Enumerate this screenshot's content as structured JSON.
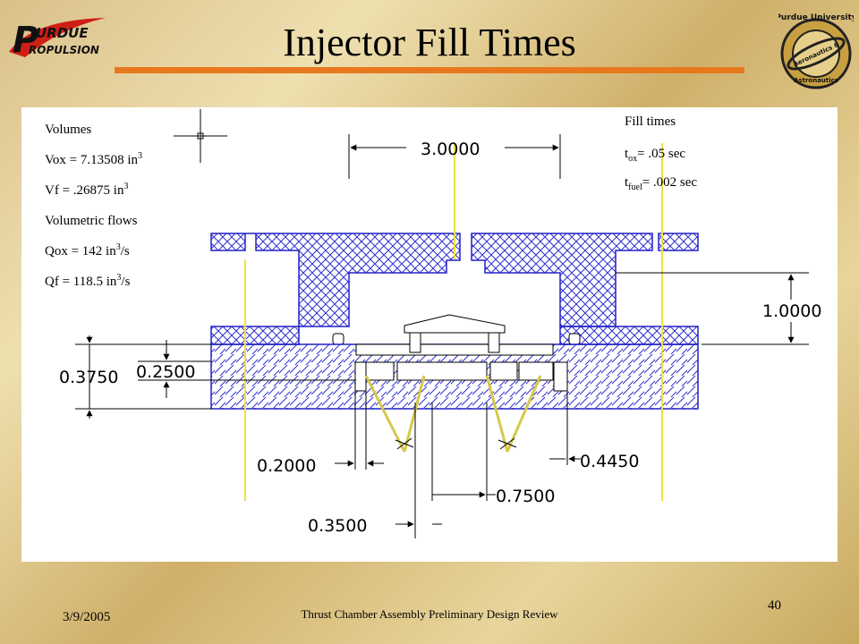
{
  "slide": {
    "title": "Injector Fill Times",
    "footer_date": "3/9/2005",
    "footer_center": "Thrust Chamber Assembly Preliminary Design Review",
    "page_number": "40"
  },
  "logos": {
    "left_line1": "URDUE",
    "left_line2": "ROPULSION",
    "left_initial": "P",
    "right_line1": "Purdue University",
    "right_line2": "Aeronautics &",
    "right_line3": "Astronautics"
  },
  "volumes": {
    "heading": "Volumes",
    "vox_label": "Vox = 7.13508 in",
    "vox_exp": "3",
    "vf_label": "Vf = .26875 in",
    "vf_exp": "3",
    "flows_heading": "Volumetric flows",
    "qox_label": "Qox = 142 in",
    "qox_exp": "3",
    "qox_unit": "/s",
    "qf_label": "Qf = 118.5 in",
    "qf_exp": "3",
    "qf_unit": "/s"
  },
  "fill_times": {
    "heading": "Fill times",
    "tox_t": "t",
    "tox_sub": "ox",
    "tox_value": "= .05 sec",
    "tfuel_t": "t",
    "tfuel_sub": "fuel",
    "tfuel_value": "= .002 sec"
  },
  "dimensions": {
    "d_3_0000": "3.0000",
    "d_1_0000": "1.0000",
    "d_0_3750": "0.3750",
    "d_0_2500": "0.2500",
    "d_0_2000": "0.2000",
    "d_0_4450": "0.4450",
    "d_0_7500": "0.7500",
    "d_0_3500": "0.3500"
  },
  "colors": {
    "title_rule": "#e8781e",
    "part_outline": "#2222cc",
    "centerline": "#ffee44",
    "dimension": "#000000"
  }
}
